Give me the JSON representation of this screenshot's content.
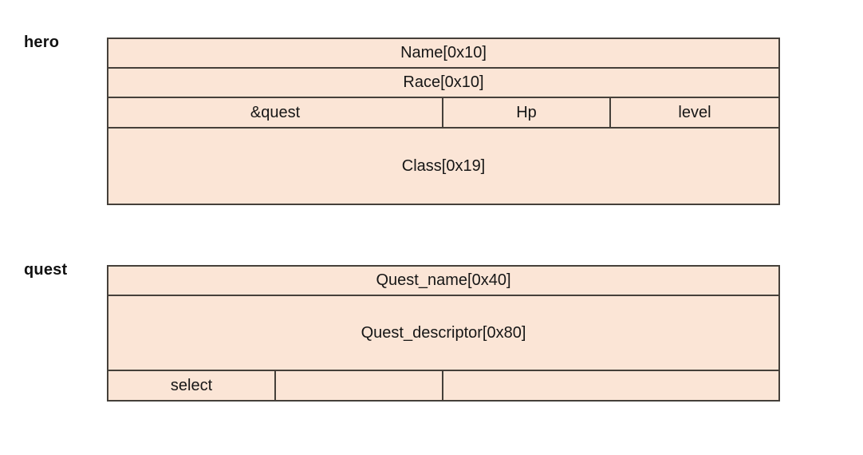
{
  "palette": {
    "background": "#ffffff",
    "cell_fill": "#fbe5d6",
    "border_color": "#45403a",
    "cell_text_color": "#161616",
    "label_text_color": "#111111"
  },
  "structs": [
    {
      "name": "hero",
      "rows": [
        {
          "height": 37,
          "cells": [
            {
              "label": "Name[0x10]",
              "span": 4
            }
          ]
        },
        {
          "height": 37,
          "cells": [
            {
              "label": "Race[0x10]",
              "span": 4
            }
          ]
        },
        {
          "height": 38,
          "cells": [
            {
              "label": "&quest",
              "span": 2
            },
            {
              "label": "Hp",
              "span": 1
            },
            {
              "label": "level",
              "span": 1
            }
          ]
        },
        {
          "height": 94,
          "cells": [
            {
              "label": "Class[0x19]",
              "span": 4
            }
          ]
        }
      ]
    },
    {
      "name": "quest",
      "rows": [
        {
          "height": 37,
          "cells": [
            {
              "label": "Quest_name[0x40]",
              "span": 4
            }
          ]
        },
        {
          "height": 94,
          "cells": [
            {
              "label": "Quest_descriptor[0x80]",
              "span": 4
            }
          ]
        },
        {
          "height": 36,
          "cells": [
            {
              "label": "select",
              "span": 1
            },
            {
              "label": "",
              "span": 1
            },
            {
              "label": "",
              "span": 2
            }
          ]
        }
      ]
    }
  ]
}
